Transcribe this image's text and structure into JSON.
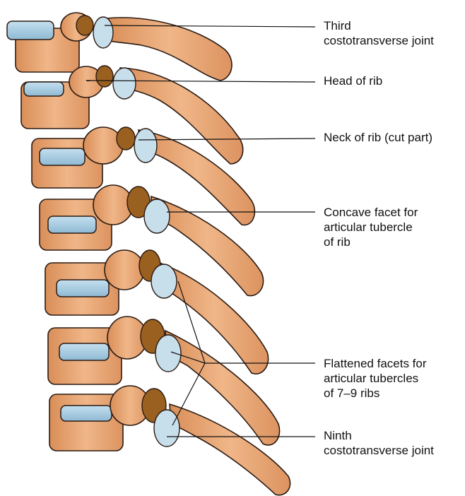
{
  "colors": {
    "bone_fill": "#eaa877",
    "bone_stroke": "#2a1a12",
    "disc_fill": "#a9cde3",
    "facet_fill": "#c7deeb",
    "rib_head_fill": "#9a6020",
    "leader_line": "#111111"
  },
  "labels": {
    "third_joint": {
      "line1": "Third",
      "line2": "costotransverse joint"
    },
    "head_of_rib": {
      "line1": "Head of rib"
    },
    "neck_of_rib": {
      "line1": "Neck of rib (cut part)"
    },
    "concave_facet": {
      "line1": "Concave facet for",
      "line2": "articular tubercle",
      "line3": "of rib"
    },
    "flattened_facets": {
      "line1": "Flattened facets for",
      "line2": "articular tubercles",
      "line3": "of 7–9 ribs"
    },
    "ninth_joint": {
      "line1": "Ninth",
      "line2": "costotransverse joint"
    }
  }
}
